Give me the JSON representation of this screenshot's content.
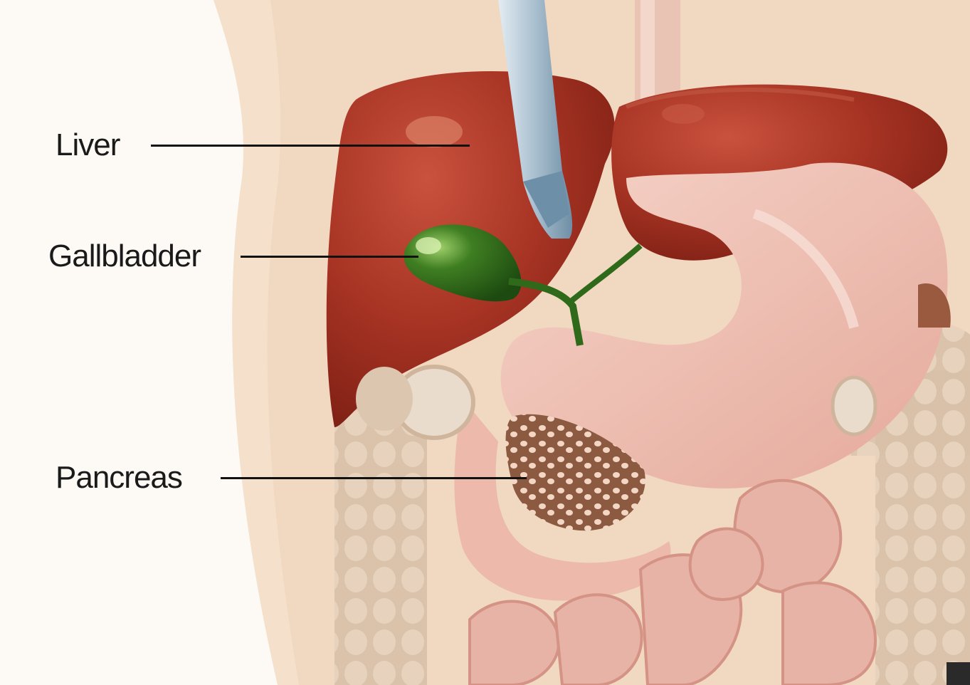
{
  "diagram": {
    "labels": [
      {
        "key": "liver",
        "text": "Liver"
      },
      {
        "key": "gallbladder",
        "text": "Gallbladder"
      },
      {
        "key": "pancreas",
        "text": "Pancreas"
      }
    ]
  },
  "colors": {
    "background": "#fdfaf6",
    "skin": "#f3dcc4",
    "liver": "#9b2a1c",
    "gallbladder": "#2f6a1a",
    "stomach": "#eebfb2",
    "intestine": "#e2a59a",
    "pancreas": "#8c5a40",
    "colon": "#d8bca4",
    "retractor": "#b8cad6"
  }
}
